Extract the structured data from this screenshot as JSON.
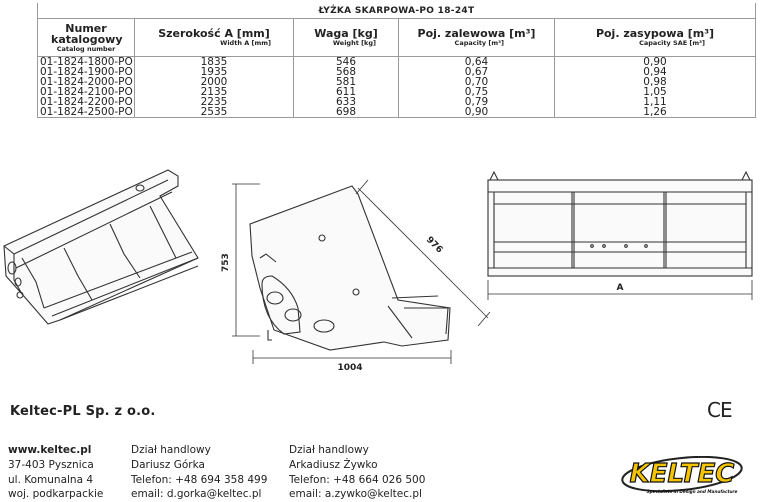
{
  "table": {
    "title": "ŁYŻKA SKARPOWA-PO 18-24T",
    "headers": [
      {
        "main": "Numer katalogowy",
        "sub": "Catalog number"
      },
      {
        "main": "Szerokość A [mm]",
        "sub": "Width A [mm]"
      },
      {
        "main": "Waga [kg]",
        "sub": "Weight [kg]"
      },
      {
        "main": "Poj. zalewowa [m³]",
        "sub": "Capacity [m³]"
      },
      {
        "main": "Poj. zasypowa [m³]",
        "sub": "Capacity SAE [m³]"
      }
    ],
    "rows": [
      [
        "01-1824-1800-PO",
        "1835",
        "546",
        "0,64",
        "0,90"
      ],
      [
        "01-1824-1900-PO",
        "1935",
        "568",
        "0,67",
        "0,94"
      ],
      [
        "01-1824-2000-PO",
        "2000",
        "581",
        "0,70",
        "0,98"
      ],
      [
        "01-1824-2100-PO",
        "2135",
        "611",
        "0,75",
        "1,05"
      ],
      [
        "01-1824-2200-PO",
        "2235",
        "633",
        "0,79",
        "1,11"
      ],
      [
        "01-1824-2500-PO",
        "2535",
        "698",
        "0,90",
        "1,26"
      ]
    ]
  },
  "drawing": {
    "dim_height": "753",
    "dim_depth": "1004",
    "dim_diagonal": "976",
    "dim_width": "A"
  },
  "company": "Keltec-PL Sp. z o.o.",
  "ce_mark": "CE",
  "contact": {
    "col1": [
      "www.keltec.pl",
      "37-403 Pysznica",
      "ul. Komunalna 4",
      "woj. podkarpackie"
    ],
    "col2": [
      "Dział handlowy",
      "Dariusz Górka",
      "Telefon:  +48 694 358 499",
      "email:  d.gorka@keltec.pl"
    ],
    "col3": [
      "Dział handlowy",
      "Arkadiusz Żywko",
      "Telefon:  +48 664 026 500",
      "email:  a.zywko@keltec.pl"
    ]
  },
  "logo": {
    "text": "KELTEC",
    "tagline": "Specialists in Design and Manufacture",
    "color": "#f5c400"
  }
}
